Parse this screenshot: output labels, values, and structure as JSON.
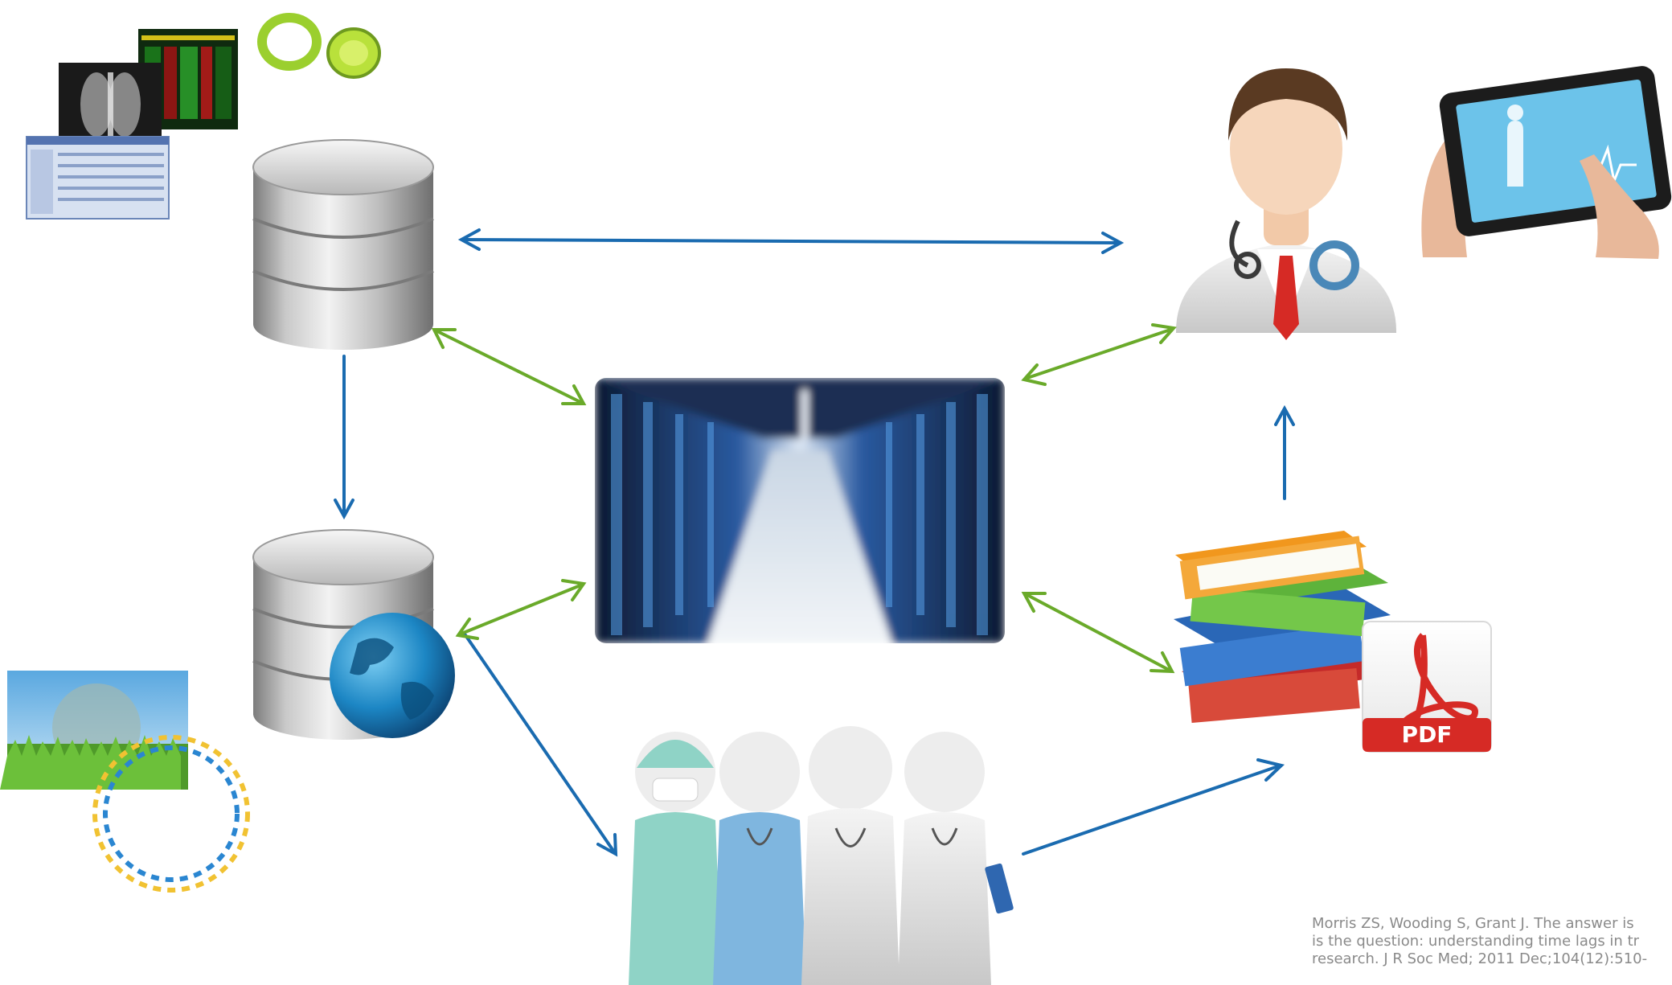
{
  "pdf_label": "PDF",
  "citation": {
    "lines": [
      "Morris ZS, Wooding S, Grant J. The answer is",
      "is the question: understanding time lags in tr",
      "research. J R Soc Med; 2011 Dec;104(12):510-"
    ]
  },
  "colors": {
    "blue_arrow": "#1a6bb0",
    "green_arrow": "#6aaa2a",
    "pdf_red": "#d62a25"
  },
  "icons": [
    "clinical-records-collage-icon",
    "health-database-icon",
    "public-database-globe-icon",
    "environment-dna-collage-icon",
    "data-center-servers-icon",
    "clinicians-team-icon",
    "doctor-avatar-icon",
    "tablet-health-app-icon",
    "books-icon",
    "pdf-document-icon"
  ]
}
